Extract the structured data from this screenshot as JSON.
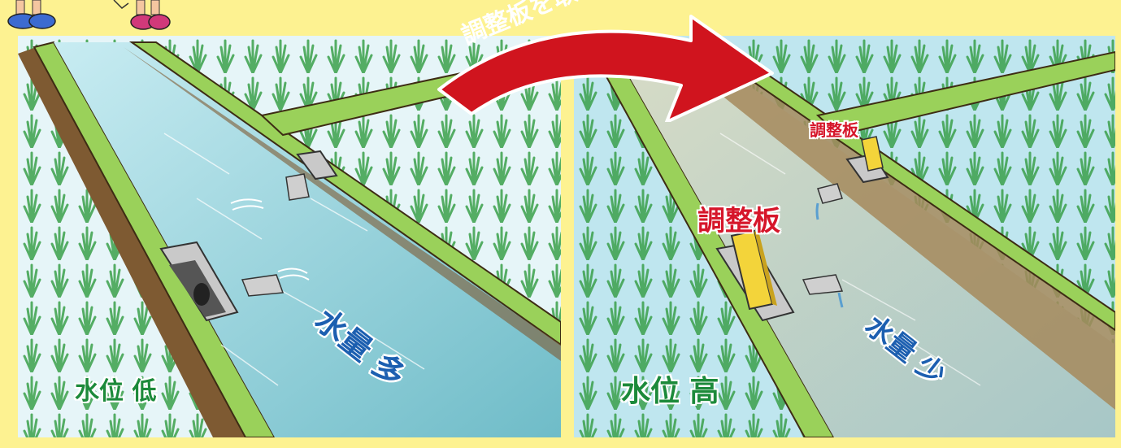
{
  "arrow": {
    "label": "調整板を取付けると…"
  },
  "left_panel": {
    "water_level_label": "水位 低",
    "flow_label": "水量 多"
  },
  "right_panel": {
    "board_label_main": "調整板",
    "board_label_small": "調整板",
    "water_level_label": "水位 高",
    "flow_label": "水量 少"
  },
  "colors": {
    "background": "#fdf291",
    "canal_water": "#8ccfd8",
    "paddy_water": "#bfe6ef",
    "levee": "#9ad15a",
    "arrow_red": "#d0141e",
    "label_red": "#d6162a",
    "label_blue": "#1c5fb0",
    "label_green": "#1c8a3a",
    "board_yellow": "#f3d43a"
  },
  "icons": [
    "kids-feet-illustration",
    "rice-plant-icon",
    "adjustment-board-icon",
    "water-pipe-icon"
  ]
}
